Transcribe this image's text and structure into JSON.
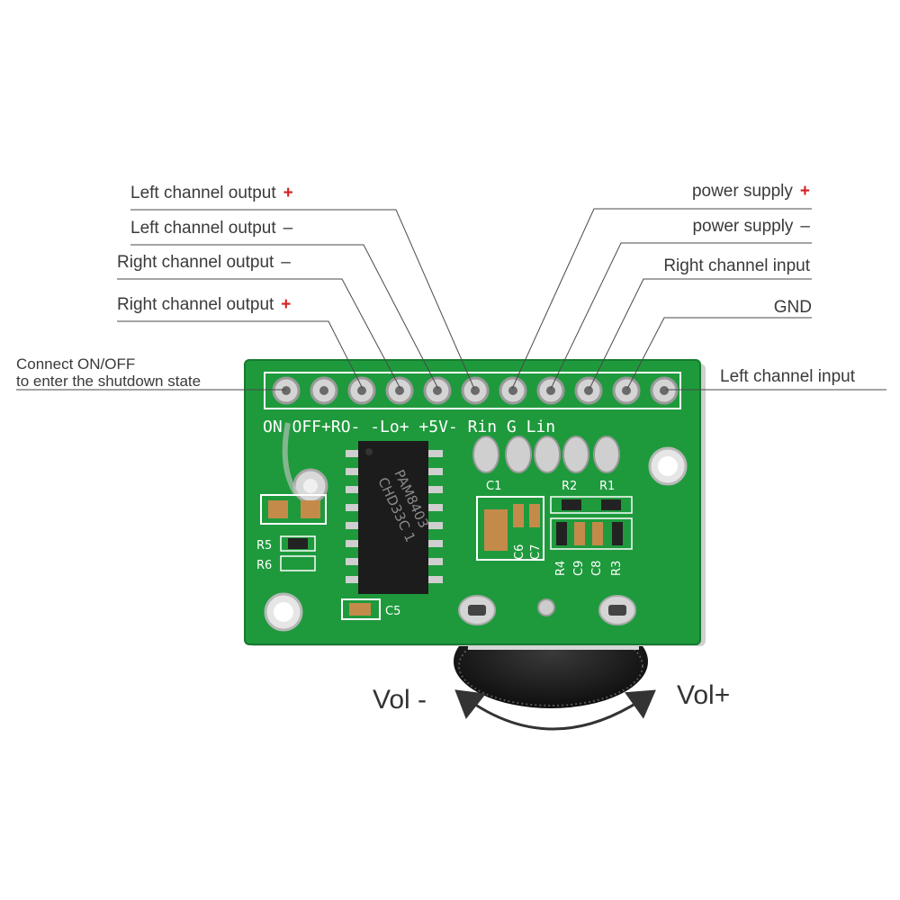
{
  "labels": {
    "left_out_plus": {
      "text": "Left channel output",
      "sign": "+"
    },
    "left_out_minus": {
      "text": "Left channel output",
      "sign": "–"
    },
    "right_out_minus": {
      "text": "Right channel output",
      "sign": "–"
    },
    "right_out_plus": {
      "text": "Right channel output",
      "sign": "+"
    },
    "onoff_line1": "Connect ON/OFF",
    "onoff_line2": "to enter the shutdown state",
    "power_plus": {
      "text": "power supply",
      "sign": "+"
    },
    "power_minus": {
      "text": "power supply",
      "sign": "–"
    },
    "right_in": "Right channel input",
    "gnd": "GND",
    "left_in": "Left channel input"
  },
  "silkscreen": {
    "pin_row": "ON OFF+RO- -Lo+ +5V- Rin  G  Lin",
    "chip_line1": "PAM8403",
    "chip_line2": "CHD33C 1",
    "c1": "C1",
    "r2": "R2",
    "r1": "R1",
    "c5": "C5",
    "r5": "R5",
    "r6": "R6",
    "c6": "C6",
    "c7": "C7",
    "r4": "R4",
    "c9": "C9",
    "c8": "C8",
    "r3": "R3"
  },
  "volume": {
    "minus": "Vol -",
    "plus": "Vol+"
  },
  "colors": {
    "pcb": "#1e9a3c",
    "pcb_dark": "#167a2e",
    "plus_sign": "#d62020"
  }
}
